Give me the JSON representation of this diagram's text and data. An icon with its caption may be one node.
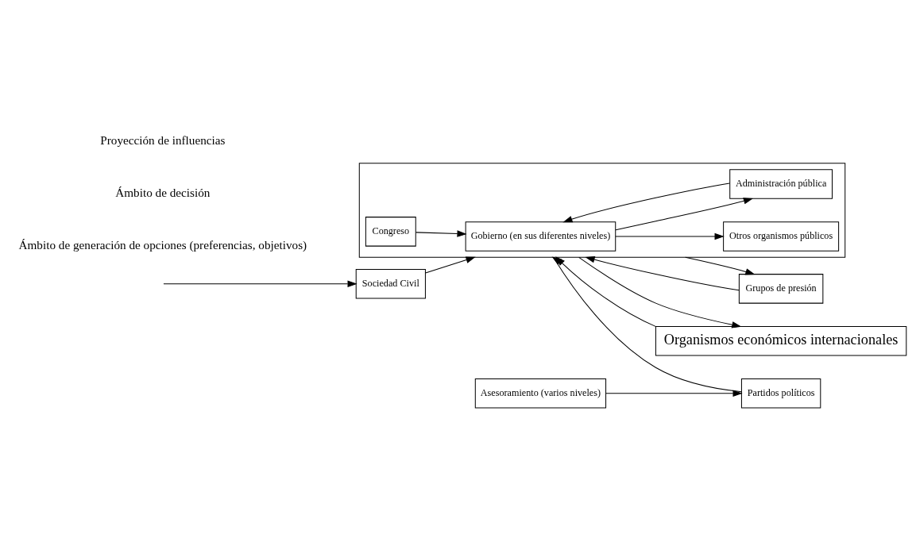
{
  "diagram": {
    "nodes": [
      {
        "text": [],
        "shape": "box"
      },
      {
        "text": [
          "Congreso"
        ],
        "in": 0
      },
      {
        "text": [
          "Gobierno (en sus diferentes niveles)"
        ],
        "in": 0
      },
      {
        "text": [
          "Otros organismos públicos"
        ],
        "in": 0
      },
      {
        "text": [
          "Administración pública"
        ],
        "in": 0
      },
      {
        "text": [
          "Sociedad Civil"
        ]
      },
      {
        "text": [
          "Grupos de presión"
        ]
      },
      {
        "text": [
          "Organismos económicos internacionales"
        ]
      },
      {
        "text": [
          "Partidos políticos"
        ]
      },
      {
        "text": [
          "Asesoramiento (varios niveles)"
        ]
      }
    ],
    "edges": [
      {
        "from": 1,
        "to": 2,
        "arrow": "to"
      },
      {
        "from": 2,
        "to": 3,
        "arrow": "to"
      },
      {
        "from": 2,
        "to": 4,
        "arrow": "to"
      },
      {
        "from": 4,
        "to": 2,
        "arrow": "to"
      },
      {
        "from": 5,
        "to": 0,
        "arrow": "to"
      },
      {
        "from": 6,
        "to": 0,
        "arrow": "to"
      },
      {
        "from": 0,
        "to": 6,
        "arrow": "to"
      },
      {
        "from": 7,
        "to": 0,
        "arrow": "to"
      },
      {
        "from": 0,
        "to": 7,
        "arrow": "to"
      },
      {
        "from": 8,
        "to": 0,
        "arrow": "to"
      },
      {
        "from": 9,
        "to": 8,
        "arrow": "to"
      },
      {
        "from": null,
        "to": 5,
        "arrow": "to"
      }
    ],
    "labels": [
      "Ámbito de generación de opciones (preferencias, objetivos)",
      "Ámbito de decisión",
      "Proyección de influencias"
    ]
  }
}
